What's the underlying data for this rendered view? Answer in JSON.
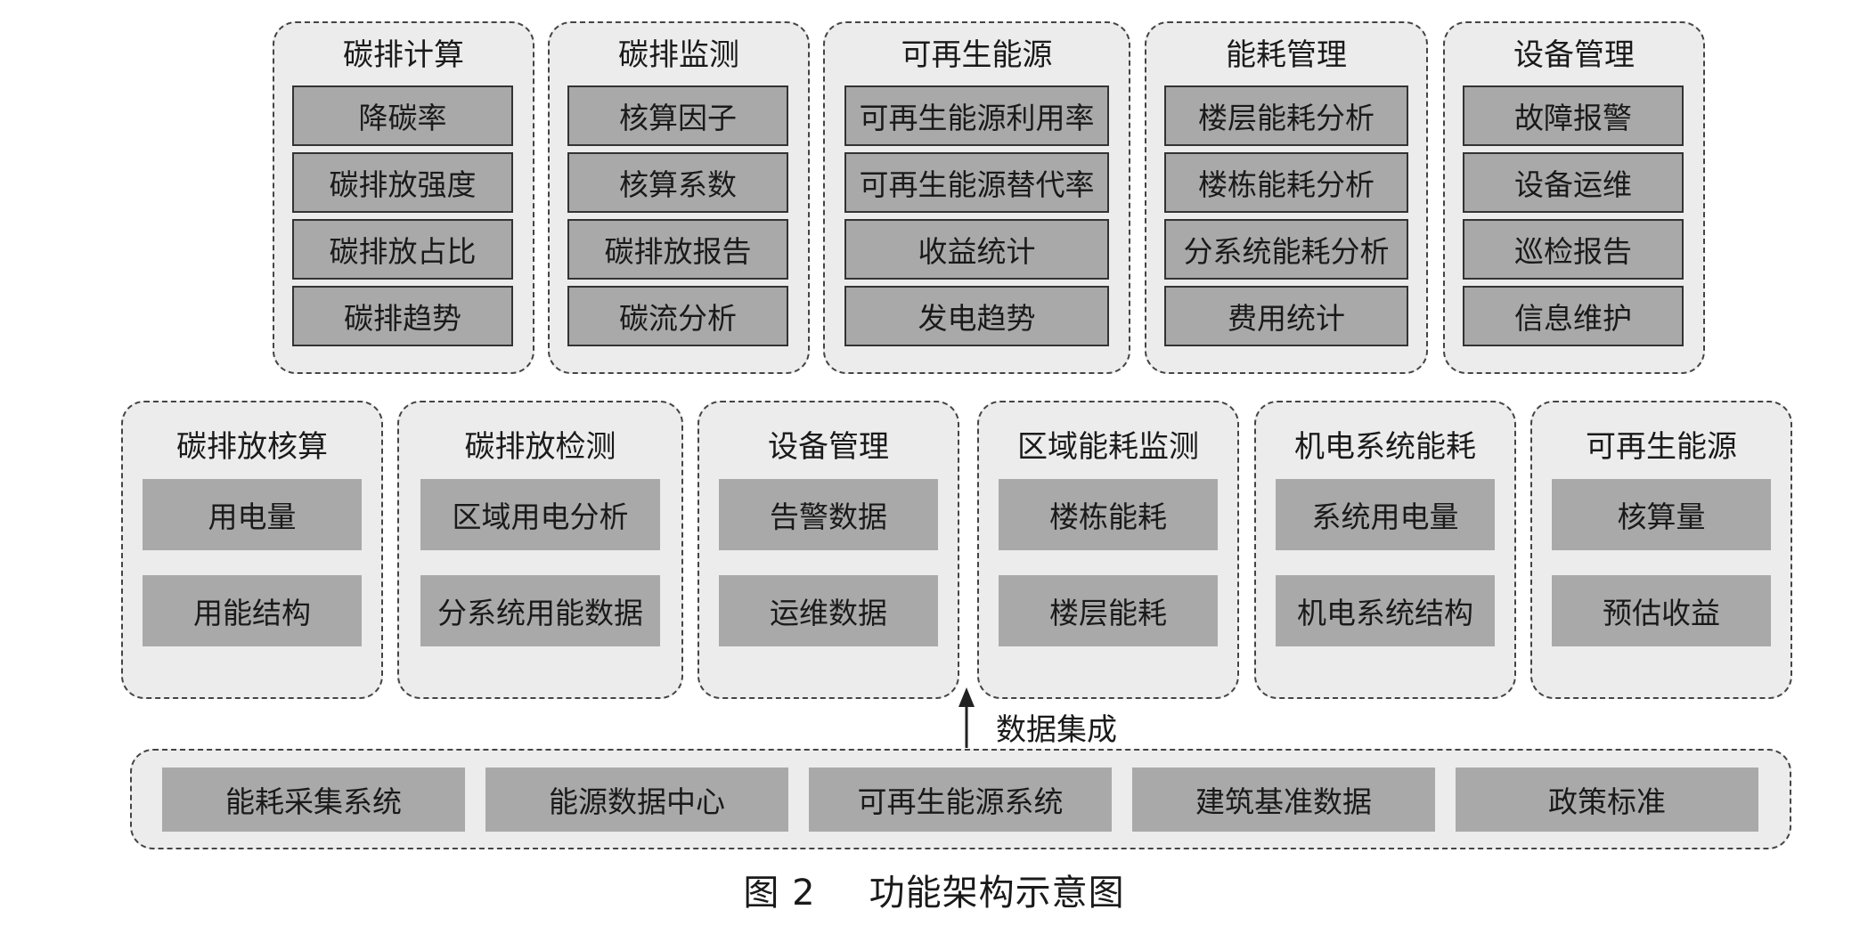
{
  "top_modules": [
    {
      "title": "碳排计算",
      "items": [
        "降碳率",
        "碳排放强度",
        "碳排放占比",
        "碳排趋势"
      ]
    },
    {
      "title": "碳排监测",
      "items": [
        "核算因子",
        "核算系数",
        "碳排放报告",
        "碳流分析"
      ]
    },
    {
      "title": "可再生能源",
      "items": [
        "可再生能源利用率",
        "可再生能源替代率",
        "收益统计",
        "发电趋势"
      ]
    },
    {
      "title": "能耗管理",
      "items": [
        "楼层能耗分析",
        "楼栋能耗分析",
        "分系统能耗分析",
        "费用统计"
      ]
    },
    {
      "title": "设备管理",
      "items": [
        "故障报警",
        "设备运维",
        "巡检报告",
        "信息维护"
      ]
    }
  ],
  "middle_modules": [
    {
      "title": "碳排放核算",
      "items": [
        "用电量",
        "用能结构"
      ]
    },
    {
      "title": "碳排放检测",
      "items": [
        "区域用电分析",
        "分系统用能数据"
      ]
    },
    {
      "title": "设备管理",
      "items": [
        "告警数据",
        "运维数据"
      ]
    },
    {
      "title": "区域能耗监测",
      "items": [
        "楼栋能耗",
        "楼层能耗"
      ]
    },
    {
      "title": "机电系统能耗",
      "items": [
        "系统用电量",
        "机电系统结构"
      ]
    },
    {
      "title": "可再生能源",
      "items": [
        "核算量",
        "预估收益"
      ]
    }
  ],
  "flow_label": "数据集成",
  "bottom_items": [
    "能耗采集系统",
    "能源数据中心",
    "可再生能源系统",
    "建筑基准数据",
    "政策标准"
  ],
  "caption": {
    "number": "图 2",
    "text": "功能架构示意图"
  }
}
